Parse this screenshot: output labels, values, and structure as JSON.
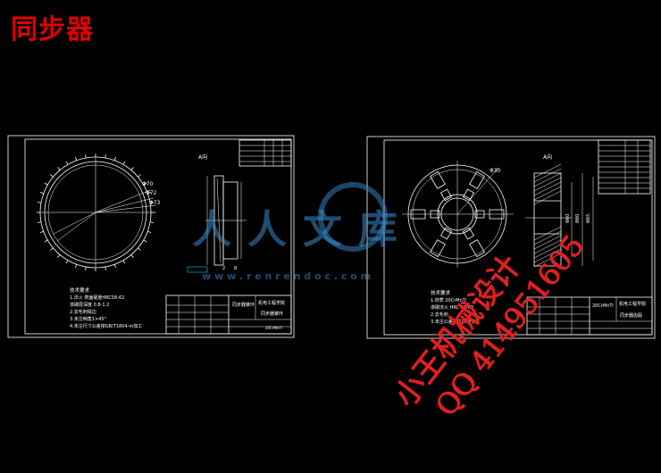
{
  "title": "同步器",
  "drawing_left": {
    "view_label": "A向",
    "dims": [
      "Φ70",
      "Φ72",
      "Φ73",
      "2",
      "8"
    ],
    "notes": [
      "技术要求",
      "1.淬火 表面硬度HRC58-62",
      "  渗碳层深度 0.8-1.2",
      "2.去毛刺锐边",
      "3.未注倒角1×45°",
      "4.未注尺寸公差按GB/T1804-m加工"
    ],
    "title_block": {
      "school": "机电工程学院",
      "part": "同步器锥环",
      "material": "20CrMnTi"
    }
  },
  "drawing_right": {
    "view_label": "A向",
    "dims": [
      "Φ30",
      "Φ80",
      "Φ60",
      "Φ65"
    ],
    "notes": [
      "技术要求",
      "1.材质 20CrMnTi",
      "  渗碳淬火 HRC 58-62",
      "2.去毛刺",
      "3.未注公差按IT14级加工"
    ],
    "title_block": {
      "school": "机电工程学院",
      "part": "同步器齿毂",
      "material": "20CrMnTi"
    }
  },
  "watermark": {
    "site": "w w w . r e n r e n d o c . c o m",
    "brand": "人人文库"
  },
  "overlay": {
    "line1": "小王机械设计",
    "line2": "QQ 414951605"
  }
}
